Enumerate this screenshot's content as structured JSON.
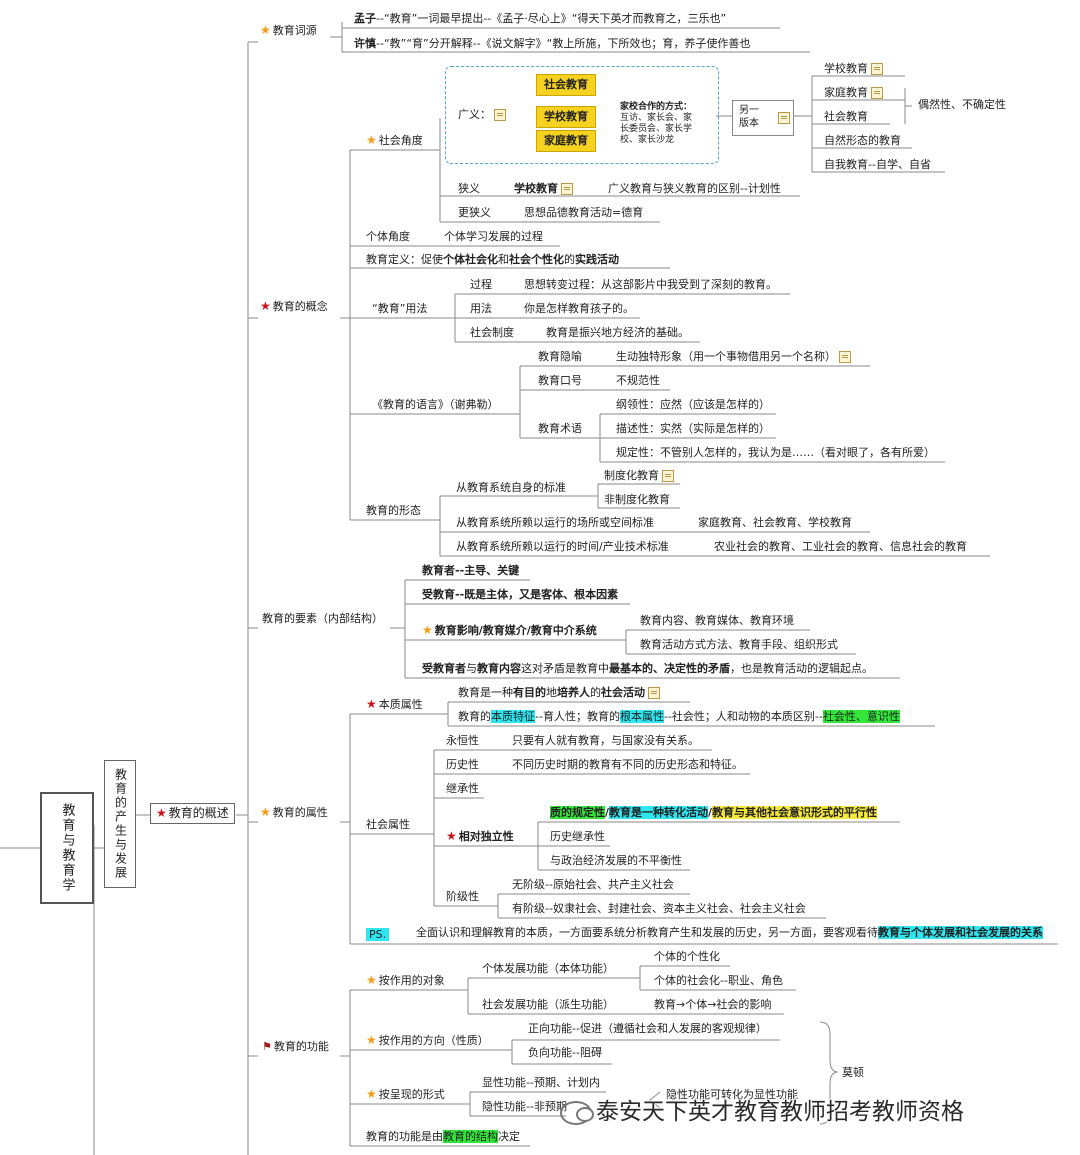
{
  "root": {
    "title": "教育与教育学",
    "sub": "教育的产生与发展",
    "overview": "教育的概述"
  },
  "etym": {
    "title": "教育词源",
    "mengzi_a": "孟子",
    "mengzi_b": "--“教育”一词最早提出--《孟子·尽心上》“得天下英才而教育之，三乐也”",
    "xushen_a": "许慎",
    "xushen_b": "--“教”“育”分开解释--《说文解字》“教上所施，下所效也；育，养子使作善也"
  },
  "concept": {
    "title": "教育的概念",
    "social": "社会角度",
    "broad": "广义：",
    "y1": "社会教育",
    "y2": "学校教育",
    "y3": "家庭教育",
    "coop": [
      "家校合作的方式：",
      "互访、家长会、家",
      "长委员会、家长学",
      "校、家长沙龙"
    ],
    "alt": [
      "另一",
      "版本"
    ],
    "r1": "学校教育",
    "r2": "家庭教育",
    "r3": "社会教育",
    "r4": "自然形态的教育",
    "r5": "自我教育--自学、自省",
    "chance": "偶然性、不确定性",
    "narrow": "狭义",
    "narrow_v": "学校教育",
    "narrow_d": "广义教育与狭义教育的区别--计划性",
    "narrower": "更狭义",
    "narrower_v": "思想品德教育活动=德育",
    "indiv": "个体角度",
    "indiv_v": "个体学习发展的过程",
    "def_a": "教育定义：促使",
    "def_b": "个体社会化",
    "def_c": "和",
    "def_d": "社会个性化",
    "def_e": "的",
    "def_f": "实践活动",
    "usage": "“教育”用法",
    "u1": "过程",
    "u1v": "思想转变过程：从这部影片中我受到了深刻的教育。",
    "u2": "用法",
    "u2v": "你是怎样教育孩子的。",
    "u3": "社会制度",
    "u3v": "教育是振兴地方经济的基础。",
    "lang": "《教育的语言》（谢弗勒）",
    "l1": "教育隐喻",
    "l1v": "生动独特形象（用一个事物借用另一个名称）",
    "l2": "教育口号",
    "l2v": "不规范性",
    "l3": "教育术语",
    "t1": "纲领性：应然（应该是怎样的）",
    "t2": "描述性：实然（实际是怎样的）",
    "t3": "规定性：不管别人怎样的，我认为是……（看对眼了，各有所爱）",
    "form": "教育的形态",
    "f1": "从教育系统自身的标准",
    "f1a": "制度化教育",
    "f1b": "非制度化教育",
    "f2": "从教育系统所赖以运行的场所或空间标准",
    "f2v": "家庭教育、社会教育、学校教育",
    "f3": "从教育系统所赖以运行的时间/产业技术标准",
    "f3v": "农业社会的教育、工业社会的教育、信息社会的教育"
  },
  "elements": {
    "title": "教育的要素（内部结构）",
    "e1": "教育者--主导、关键",
    "e2": "受教育--既是主体，又是客体、根本因素",
    "e3": "教育影响/教育媒介/教育中介系统",
    "e3a": "教育内容、教育媒体、教育环境",
    "e3b": "教育活动方式方法、教育手段、组织形式",
    "e4a": "受教育者",
    "e4b": "与",
    "e4c": "教育内容",
    "e4d": "这对矛盾是教育中",
    "e4e": "最基本的、决定性的矛盾",
    "e4f": "，也是教育活动的逻辑起点。"
  },
  "attr": {
    "title": "教育的属性",
    "ess": "本质属性",
    "ess1a": "教育是一种",
    "ess1b": "有目的",
    "ess1c": "地",
    "ess1d": "培养人",
    "ess1e": "的",
    "ess1f": "社会活动",
    "ess2a": "教育的",
    "ess2b": "本质特征",
    "ess2c": "--育人性；教育的",
    "ess2d": "根本属性",
    "ess2e": "--社会性；人和动物的本质区别--",
    "ess2f": "社会性、意识性",
    "soc": "社会属性",
    "s1": "永恒性",
    "s1v": "只要有人就有教育，与国家没有关系。",
    "s2": "历史性",
    "s2v": "不同历史时期的教育有不同的历史形态和特征。",
    "s3": "继承性",
    "rel": "相对独立性",
    "rel1a": "质的规定性",
    "rel1b": "/",
    "rel1c": "教育是一种转化活动",
    "rel1d": "/",
    "rel1e": "教育与其他社会意识形式的平行性",
    "rel2": "历史继承性",
    "rel3": "与政治经济发展的不平衡性",
    "cls": "阶级性",
    "c1": "无阶级--原始社会、共产主义社会",
    "c2": "有阶级--奴隶社会、封建社会、资本主义社会、社会主义社会",
    "ps": "PS.",
    "ps_a": "全面认识和理解教育的本质，一方面要系统分析教育产生和发展的历史，另一方面，要客观看待",
    "ps_b": "教育与个体发展和社会发展的关系"
  },
  "func": {
    "title": "教育的功能",
    "obj": "按作用的对象",
    "o1": "个体发展功能（本体功能）",
    "o1a": "个体的个性化",
    "o1b": "个体的社会化--职业、角色",
    "o2": "社会发展功能（派生功能）",
    "o2a": "教育→个体→社会的影响",
    "dir": "按作用的方向（性质）",
    "d1": "正向功能--促进（遵循社会和人发展的客观规律）",
    "d2": "负向功能--阻碍",
    "show": "按呈现的形式",
    "p1": "显性功能--预期、计划内",
    "p2": "隐性功能--非预期",
    "mo": "莫顿",
    "hid": "隐性功能可转化为显性功能",
    "struct_a": "教育的功能是由",
    "struct_b": "教育的结构",
    "struct_c": "决定"
  },
  "watermark": "泰安天下英才教育教师招考教师资格"
}
